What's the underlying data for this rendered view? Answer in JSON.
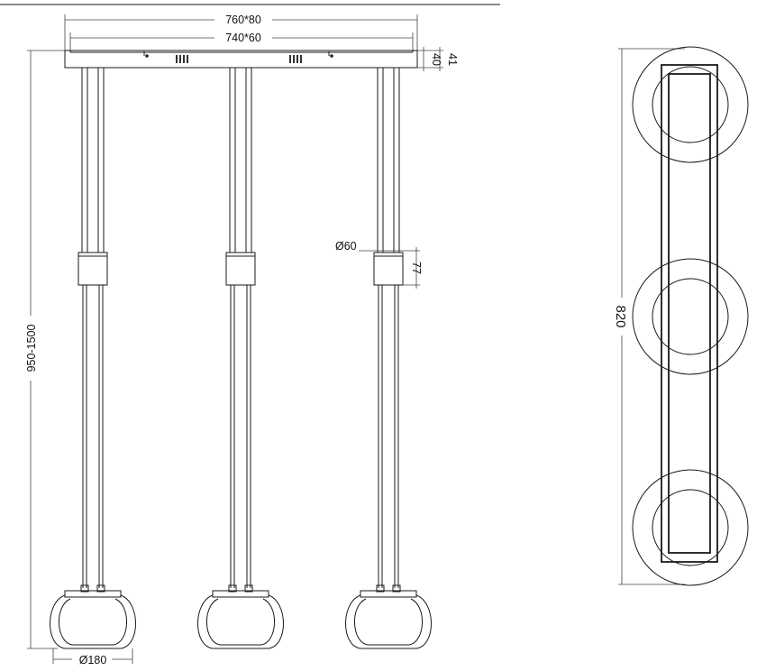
{
  "front_view": {
    "canopy_outer_label": "760*80",
    "canopy_inner_label": "740*60",
    "canopy_height_inner_label": "40",
    "canopy_height_outer_label": "41",
    "total_height_label": "950-1500",
    "connector_diameter_label": "Ø60",
    "connector_height_label": "77",
    "shade_diameter_label": "Ø180"
  },
  "top_view": {
    "length_label": "820"
  }
}
